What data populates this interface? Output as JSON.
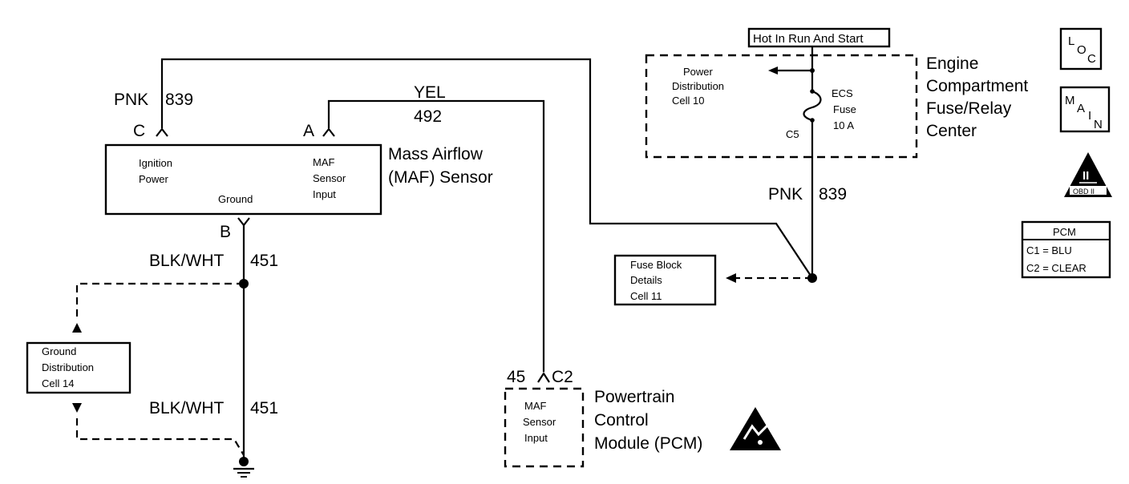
{
  "mode": "Hot In Run And Start",
  "fuse_center": {
    "name_lines": [
      "Engine",
      "Compartment",
      "Fuse/Relay",
      "Center"
    ],
    "power_ref_lines": [
      "Power",
      "Distribution",
      "Cell 10"
    ],
    "fuse_lines": [
      "ECS",
      "Fuse",
      "10 A"
    ],
    "connector": "C5"
  },
  "wires": {
    "pnk_color": "PNK",
    "pnk_circuit": "839",
    "yel_color": "YEL",
    "yel_circuit": "492",
    "blkwht_color": "BLK/WHT",
    "blkwht_circuit": "451"
  },
  "maf_sensor": {
    "name_lines": [
      "Mass Airflow",
      "(MAF) Sensor"
    ],
    "pin_c": "C",
    "pin_a": "A",
    "pin_b": "B",
    "ignition_lines": [
      "Ignition",
      "Power"
    ],
    "ground_label": "Ground",
    "input_lines": [
      "MAF",
      "Sensor",
      "Input"
    ]
  },
  "fuse_block_ref_lines": [
    "Fuse Block",
    "Details",
    "Cell 11"
  ],
  "ground_ref_lines": [
    "Ground",
    "Distribution",
    "Cell 14"
  ],
  "pcm": {
    "name_lines": [
      "Powertrain",
      "Control",
      "Module (PCM)"
    ],
    "pin_num": "45",
    "connector": "C2",
    "input_lines": [
      "MAF",
      "Sensor",
      "Input"
    ]
  },
  "legend": {
    "loc_l": "L",
    "loc_o": "O",
    "loc_c": "C",
    "main_m": "M",
    "main_a": "A",
    "main_i": "I",
    "main_n": "N",
    "obd_roman": "II",
    "obd_label": "OBD II",
    "pcm_title": "PCM",
    "pcm_c1": "C1 = BLU",
    "pcm_c2": "C2 = CLEAR"
  }
}
